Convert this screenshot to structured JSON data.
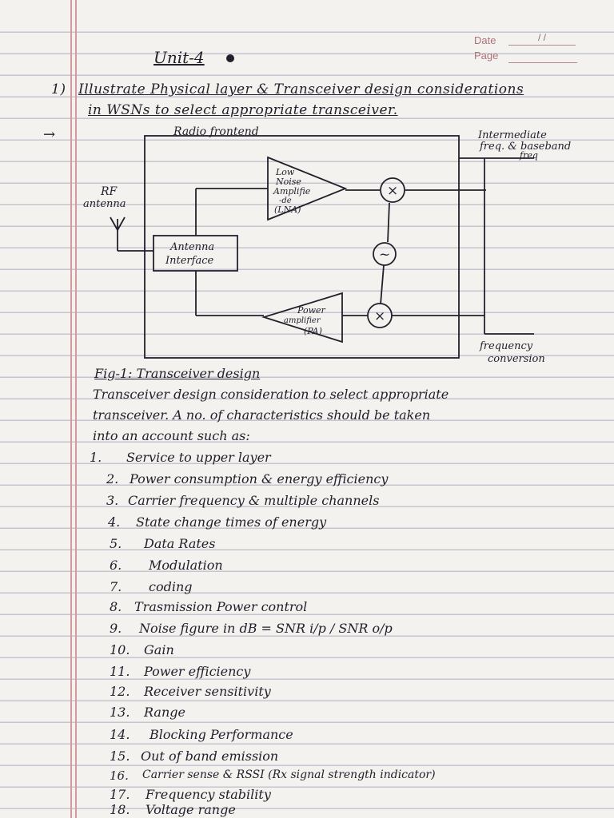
{
  "header": {
    "date_label": "Date",
    "date_value": "/ /",
    "page_label": "Page"
  },
  "title": "Unit-4",
  "question": {
    "number": "1)",
    "line1": "Illustrate Physical layer & Transceiver design considerations",
    "line2": "in WSNs to select appropriate transceiver."
  },
  "arrow": "→",
  "diagram": {
    "frontend_label": "Radio frontend",
    "if_label_line1": "Intermediate",
    "if_label_line2": "freq. & baseband",
    "if_label_line3": "freq",
    "rf_label_line1": "RF",
    "rf_label_line2": "antenna",
    "lna_line1": "Low",
    "lna_line2": "Noise",
    "lna_line3": "Amplifie",
    "lna_line4": "-de",
    "lna_line5": "(LNA)",
    "antenna_if_line1": "Antenna",
    "antenna_if_line2": "Interface",
    "pa_line1": "Power",
    "pa_line2": "amplifier",
    "pa_line3": "(PA)",
    "freq_conv_line1": "frequency",
    "freq_conv_line2": "conversion",
    "mixer_symbol": "×",
    "osc_symbol": "~"
  },
  "caption": "Fig-1: Transceiver design",
  "intro": {
    "line1": "Transceiver design consideration to select appropriate",
    "line2": "transceiver. A no. of characteristics should be taken",
    "line3": "into an account such as:"
  },
  "list": [
    {
      "num": "1.",
      "text": "Service to upper layer"
    },
    {
      "num": "2.",
      "text": "Power consumption & energy efficiency"
    },
    {
      "num": "3.",
      "text": "Carrier frequency & multiple channels"
    },
    {
      "num": "4.",
      "text": "State change times of energy"
    },
    {
      "num": "5.",
      "text": "Data Rates"
    },
    {
      "num": "6.",
      "text": "Modulation"
    },
    {
      "num": "7.",
      "text": "coding"
    },
    {
      "num": "8.",
      "text": "Trasmission Power control"
    },
    {
      "num": "9.",
      "text": "Noise figure in dB = SNR i/p / SNR o/p"
    },
    {
      "num": "10.",
      "text": "Gain"
    },
    {
      "num": "11.",
      "text": "Power efficiency"
    },
    {
      "num": "12.",
      "text": "Receiver sensitivity"
    },
    {
      "num": "13.",
      "text": "Range"
    },
    {
      "num": "14.",
      "text": "Blocking Performance"
    },
    {
      "num": "15.",
      "text": "Out of band emission"
    },
    {
      "num": "16.",
      "text": "Carrier sense & RSSI (Rx signal strength indicator)"
    },
    {
      "num": "17.",
      "text": "Frequency stability"
    },
    {
      "num": "18.",
      "text": "Voltage range"
    }
  ]
}
